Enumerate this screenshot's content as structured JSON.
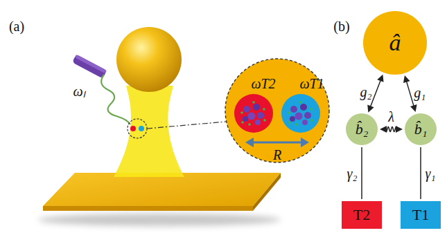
{
  "diagram": {
    "nodes": [
      {
        "text": [
          "â"
        ]
      },
      {
        "text": [
          "b̂₂"
        ]
      },
      {
        "text": [
          "b̂₁"
        ]
      },
      {
        "text": [
          "T2"
        ]
      },
      {
        "text": [
          "T1"
        ]
      }
    ],
    "edges": [
      {
        "from": 0,
        "to": 1,
        "arrow": "both",
        "label": "g₂"
      },
      {
        "from": 0,
        "to": 2,
        "arrow": "both",
        "label": "g₁"
      },
      {
        "from": 1,
        "to": 2,
        "arrow": "both",
        "label": "λ"
      },
      {
        "from": 1,
        "to": 3,
        "arrow": "none",
        "label": "γ₂"
      },
      {
        "from": 2,
        "to": 4,
        "arrow": "none",
        "label": "γ₁"
      }
    ],
    "labels": [
      "(a)",
      "ωₗ",
      "ωT2",
      "ωT1",
      "R",
      "(b)"
    ]
  }
}
